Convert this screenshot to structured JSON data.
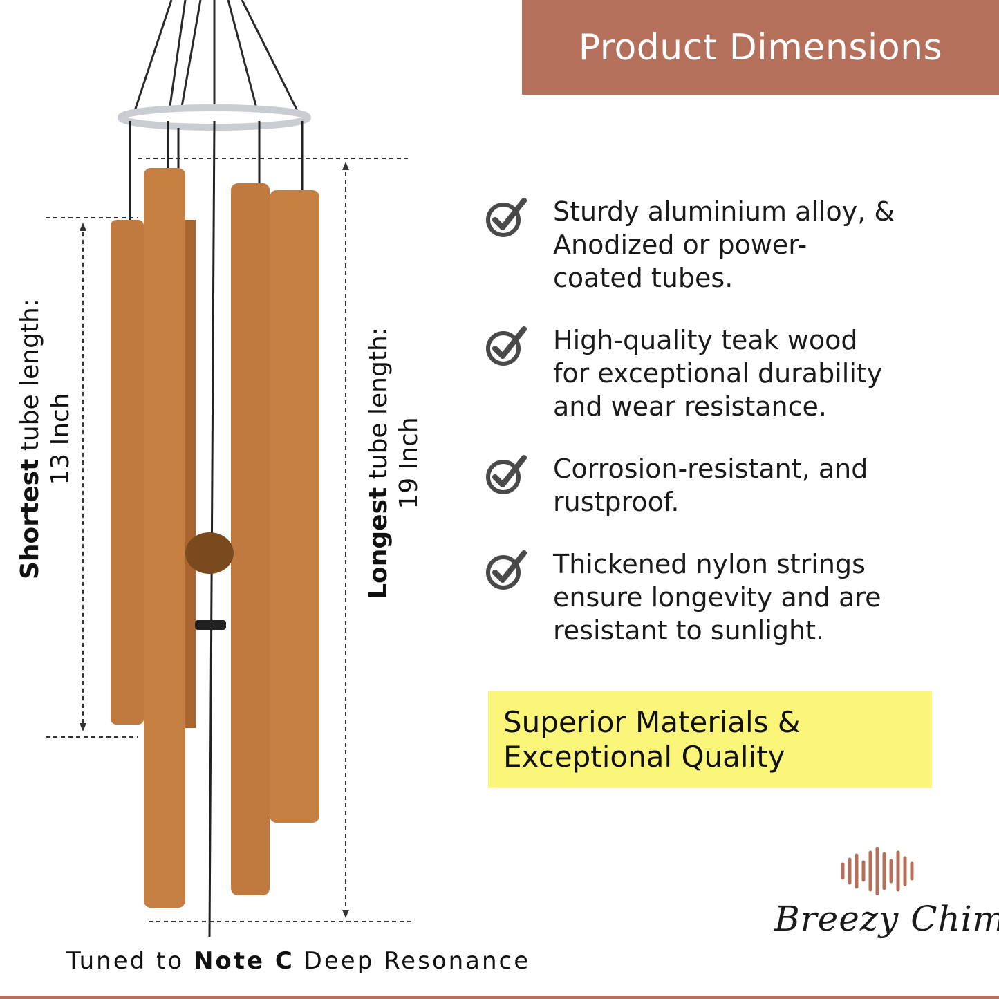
{
  "colors": {
    "accent": "#b5705c",
    "highlight": "#fbf57a",
    "tube": "#c07a3f",
    "ring": "#c9ccd1"
  },
  "header": {
    "title": "Product Dimensions"
  },
  "features": [
    {
      "icon": "check-circle-icon",
      "text": "Sturdy aluminium alloy, &\nAnodized or power-\ncoated  tubes."
    },
    {
      "icon": "check-circle-icon",
      "text": "High-quality teak wood\nfor exceptional durability\nand wear resistance."
    },
    {
      "icon": "check-circle-icon",
      "text": "Corrosion-resistant, and\nrustproof."
    },
    {
      "icon": "check-circle-icon",
      "text": "Thickened nylon strings\nensure longevity and are\nresistant to sunlight."
    }
  ],
  "quality_banner": {
    "text": "Superior Materials &\nExceptional Quality"
  },
  "dimensions": {
    "shortest": {
      "label_bold": "Shortest",
      "label_rest": " tube length:",
      "value": "13 Inch"
    },
    "longest": {
      "label_bold": "Longest",
      "label_rest": " tube length:",
      "value": "19 Inch"
    }
  },
  "tuning": {
    "prefix": "Tuned to ",
    "note": "Note C",
    "suffix": " Deep Resonance"
  },
  "brand": {
    "name": "Breezy Chimes",
    "icon": "sound-wave-icon"
  }
}
